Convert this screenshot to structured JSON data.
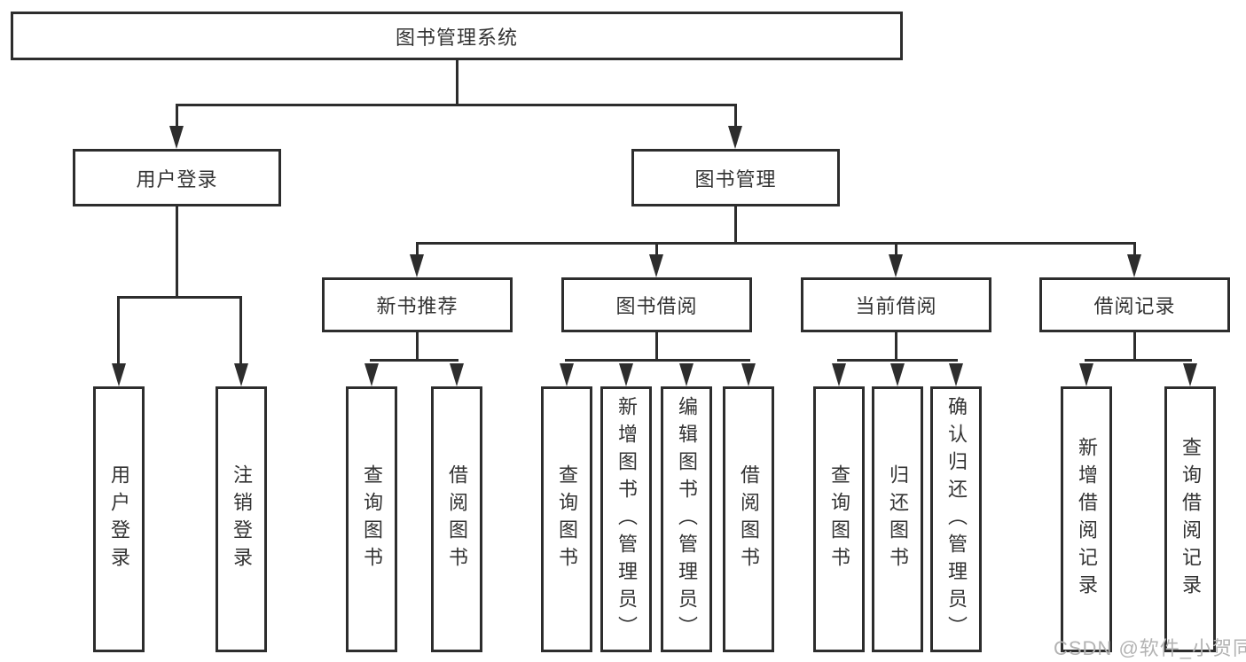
{
  "diagram": {
    "title": "图书管理系统",
    "nodes": {
      "root": "图书管理系统",
      "user_login": {
        "label": "用户登录",
        "children": [
          "用户登录",
          "注销登录"
        ]
      },
      "book_mgmt": {
        "label": "图书管理"
      },
      "new_books": {
        "label": "新书推荐",
        "children": [
          "查询图书",
          "借阅图书"
        ]
      },
      "book_borrow": {
        "label": "图书借阅",
        "children": [
          "查询图书",
          "新增图书（管理员）",
          "编辑图书（管理员）",
          "借阅图书"
        ]
      },
      "current_borrow": {
        "label": "当前借阅",
        "children": [
          "查询图书",
          "归还图书",
          "确认归还（管理员）"
        ]
      },
      "borrow_records": {
        "label": "借阅记录",
        "children": [
          "新增借阅记录",
          "查询借阅记录"
        ]
      }
    },
    "colors": {
      "line": "#2d2d2d",
      "text": "#333333",
      "watermark": "#b3b3b3",
      "background": "#ffffff"
    }
  },
  "watermark": "CSDN @软件_小贺同学"
}
